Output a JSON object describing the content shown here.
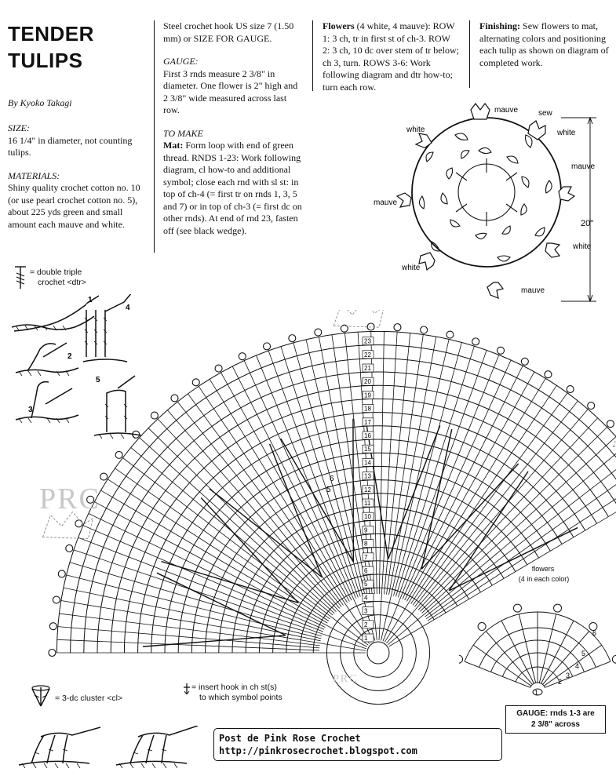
{
  "pattern": {
    "title_line1": "TENDER",
    "title_line2": "TULIPS",
    "byline": "By Kyoko Takagi"
  },
  "sections": {
    "size_heading": "SIZE:",
    "size_text": "16 1/4\" in diameter, not counting tulips.",
    "materials_heading": "MATERIALS:",
    "materials_text": "Shiny quality crochet cotton no. 10 (or use pearl crochet cotton no. 5), about 225 yds green and small amount each mauve and white.",
    "hook_text": "Steel crochet hook US size 7 (1.50 mm) or SIZE FOR GAUGE.",
    "gauge_heading": "GAUGE:",
    "gauge_text": "First 3 rnds measure 2 3/8\" in diameter. One flower is 2\" high and 2 3/8\" wide measured across last row.",
    "to_make_heading": "TO MAKE",
    "mat_label": "Mat:",
    "mat_text": "Form loop with end of green thread. RNDS 1-23: Work following diagram, cl how-to and additional symbol; close each rnd with sl st: in top of ch-4 (= first tr on rnds 1, 3, 5 and 7) or in top of ch-3 (= first dc on other rnds). At end of rnd 23, fasten off (see black wedge).",
    "flowers_label": "Flowers",
    "flowers_text": "(4 white, 4 mauve): ROW 1: 3 ch, tr in first st of ch-3. ROW 2: 3 ch, 10 dc over stem of tr below; ch 3, turn. ROWS 3-6: Work following diagram and dtr how-to; turn each row.",
    "finishing_label": "Finishing:",
    "finishing_text": "Sew flowers to mat, alternating colors and positioning each tulip as shown on diagram of completed work."
  },
  "layout_diagram": {
    "labels": [
      "mauve",
      "sew",
      "white",
      "white",
      "mauve",
      "mauve",
      "white",
      "white",
      "mauve"
    ],
    "dimension": "20\""
  },
  "legend": {
    "dtr_label_1": "= double triple",
    "dtr_label_2": "crochet <dtr>",
    "cl_label": "= 3-dc cluster <cl>",
    "insert_label_1": "= insert hook in ch st(s)",
    "insert_label_2": "to which symbol points",
    "steps": [
      "1",
      "2",
      "3",
      "4",
      "5"
    ]
  },
  "chart": {
    "round_numbers": [
      "1",
      "2",
      "3",
      "4",
      "5",
      "6",
      "7",
      "8",
      "9",
      "10",
      "11",
      "12",
      "13",
      "14",
      "15",
      "16",
      "17",
      "18",
      "19",
      "20",
      "21",
      "22",
      "23"
    ],
    "side_markers": [
      "6",
      "5"
    ]
  },
  "flower_chart": {
    "title_1": "flowers",
    "title_2": "(4 in each color)",
    "rows": [
      "1",
      "2",
      "3",
      "4",
      "5",
      "6"
    ]
  },
  "gauge_box": {
    "line1": "GAUGE: rnds 1-3 are",
    "line2": "2 3/8\" across"
  },
  "credit": {
    "line1": "Post de Pink Rose Crochet",
    "line2": "http://pinkrosecrochet.blogspot.com"
  },
  "watermark": {
    "left": "PRC",
    "center": "PRC"
  }
}
